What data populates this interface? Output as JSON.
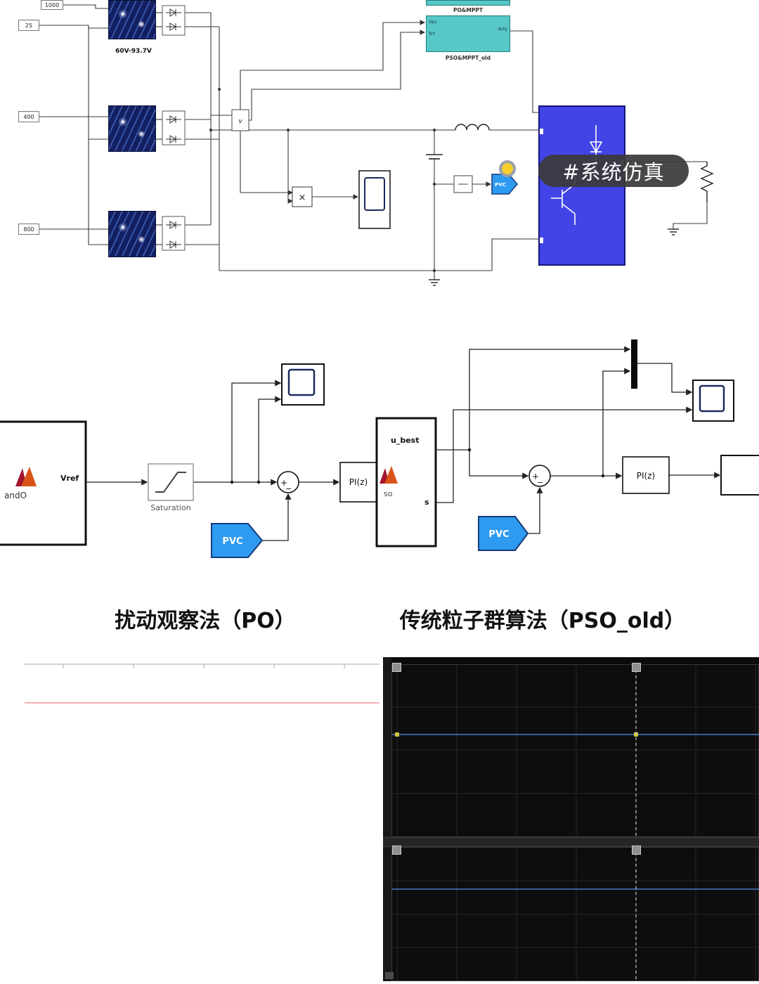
{
  "top_model": {
    "constants": [
      "1000",
      "25",
      "400",
      "800"
    ],
    "pv_caption": "60V-93.7V",
    "po_mppt_label": "PO&MPPT",
    "pso_mppt_label": "PSO&MPPT_old",
    "ports": {
      "vpv": "Vpv",
      "ipv": "Ipv",
      "duty": "duty"
    },
    "voltage_sensor_label": "v",
    "multiply_label": "×",
    "pvc_label": "PVC",
    "hashtag_label": "#系统仿真"
  },
  "po_diagram": {
    "block_text": "andO",
    "vref_label": "Vref",
    "saturation_label": "Saturation",
    "sum_plus": "+",
    "sum_minus": "−",
    "pi_label": "PI(z)",
    "pvc_label": "PVC",
    "caption": "扰动观察法（PO）"
  },
  "pso_diagram": {
    "u_best_label": "u_best",
    "s_label": "s",
    "block_text": "so",
    "sum_plus": "+",
    "sum_minus": "−",
    "pi_label": "PI(z)",
    "pvc_label": "PVC",
    "caption": "传统粒子群算法（PSO_old）"
  },
  "colors": {
    "pv_panel": "#131f60",
    "mppt_teal": "#58c7c7",
    "igbt_blue": "#4244e6",
    "pvc_blue": "#2e9bf0",
    "tag_bg": "#3a3a3a",
    "scope_signal_blue": "#3f6fae",
    "plot_line_pink": "#f2a6aa",
    "cursor_marker_yellow": "#cfc33d"
  }
}
